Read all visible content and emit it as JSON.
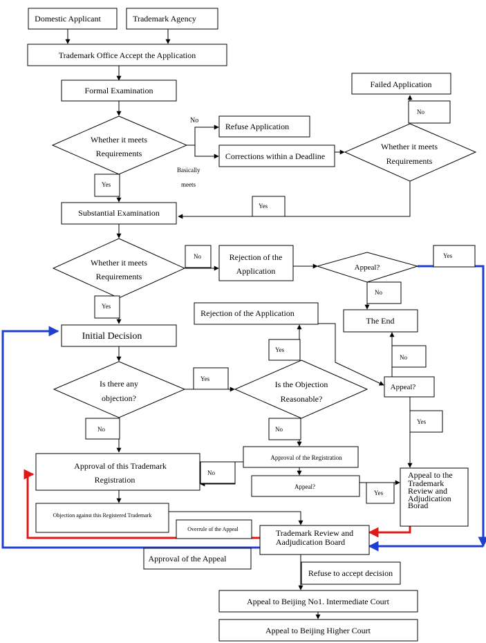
{
  "nodes": {
    "domestic_applicant": "Domestic Applicant",
    "trademark_agency": "Trademark Agency",
    "office_accept": "Trademark Office Accept the Application",
    "formal_exam": "Formal Examination",
    "meets_req_1": [
      "Whether it meets",
      "Requirements"
    ],
    "refuse_application": "Refuse Application",
    "corrections_deadline": "Corrections within a Deadline",
    "meets_req_2": [
      "Whether it meets",
      "Requirements"
    ],
    "failed_application": "Failed Application",
    "substantial_exam": "Substantial Examination",
    "meets_req_3": [
      "Whether it meets",
      "Requirements"
    ],
    "rejection_1": [
      "Rejection of the",
      "Application"
    ],
    "appeal_1": "Appeal?",
    "the_end": "The End",
    "rejection_2": "Rejection of the Application",
    "initial_decision": "Initial Decision",
    "any_objection": [
      "Is there any",
      "objection?"
    ],
    "objection_reasonable": [
      "Is the Objection",
      "Reasonable?"
    ],
    "appeal_2": "Appeal?",
    "approval_registration": "Approval of the Registration",
    "approval_trademark": [
      "Approval of this Trademark",
      "Registration"
    ],
    "appeal_3": "Appeal?",
    "appeal_board": [
      "Appeal   to   the",
      "Trademark",
      "Review        and",
      "Adjudication",
      "Borad"
    ],
    "objection_registered": "Objection against this Registered Trademark",
    "overrule_appeal": "Overrule of the Appeal",
    "review_board": [
      "Trademark Review and",
      "Aadjudication Board"
    ],
    "approval_appeal": "Approval of the Appeal",
    "refuse_decision": "Refuse to accept decision",
    "beijing_intermediate": "Appeal to Beijing No1. Intermediate Court",
    "beijing_higher": "Appeal to Beijing Higher Court"
  },
  "labels": {
    "no_1": "No",
    "basically": "Basically",
    "meets": "meets",
    "yes_1": "Yes",
    "no_2": "No",
    "yes_2": "Yes",
    "no_3": "No",
    "yes_3": "Yes",
    "yes_4": "Yes",
    "no_4": "No",
    "yes_5": "Yes",
    "no_5": "No",
    "yes_6": "Yes",
    "no_6": "No",
    "no_7": "No",
    "yes_7": "Yes",
    "yes_8": "Yes",
    "no_8": "No"
  },
  "colors": {
    "blue_path": "#1f3fd1",
    "red_path": "#e01818"
  }
}
